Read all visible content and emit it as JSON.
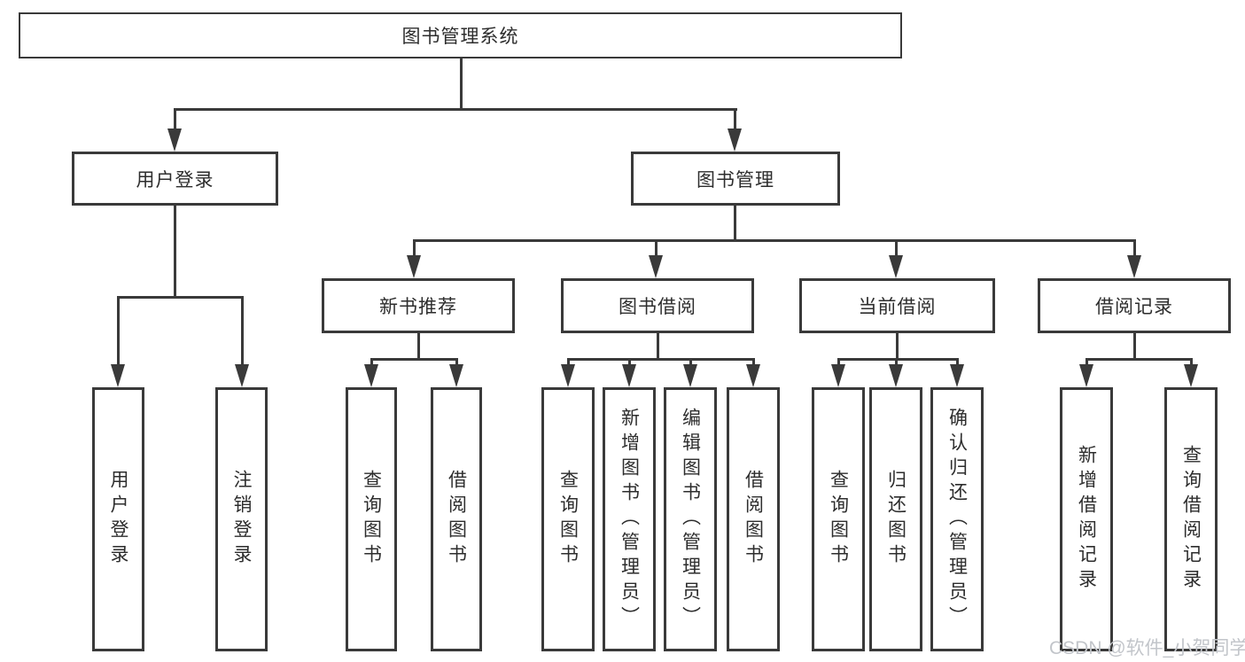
{
  "tree": {
    "label": "图书管理系统",
    "children": [
      {
        "label": "用户登录",
        "children": [
          {
            "label": "用户登录"
          },
          {
            "label": "注销登录"
          }
        ]
      },
      {
        "label": "图书管理",
        "children": [
          {
            "label": "新书推荐",
            "children": [
              {
                "label": "查询图书"
              },
              {
                "label": "借阅图书"
              }
            ]
          },
          {
            "label": "图书借阅",
            "children": [
              {
                "label": "查询图书"
              },
              {
                "label": "新增图书（管理员）"
              },
              {
                "label": "编辑图书（管理员）"
              },
              {
                "label": "借阅图书"
              }
            ]
          },
          {
            "label": "当前借阅",
            "children": [
              {
                "label": "查询图书"
              },
              {
                "label": "归还图书"
              },
              {
                "label": "确认归还（管理员）"
              }
            ]
          },
          {
            "label": "借阅记录",
            "children": [
              {
                "label": "新增借阅记录"
              },
              {
                "label": "查询借阅记录"
              }
            ]
          }
        ]
      }
    ]
  },
  "watermark": "CSDN @软件_小贺同学",
  "colors": {
    "line": "#3a3a3a",
    "text": "#2d2d2d",
    "box_background": "#ffffff",
    "watermark": "#c2c5ca"
  }
}
